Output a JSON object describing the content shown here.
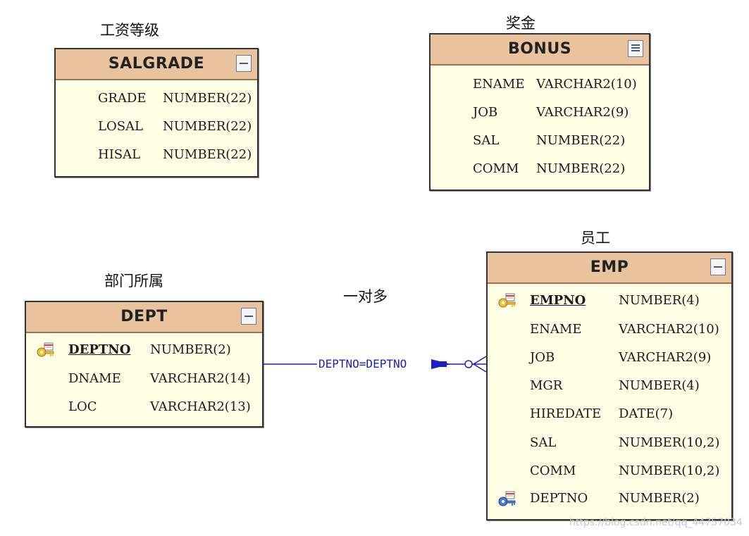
{
  "captions": {
    "salgrade": "工资等级",
    "bonus": "奖金",
    "dept": "部门所属",
    "emp": "员工",
    "relationship": "一对多"
  },
  "tables": {
    "salgrade": {
      "name": "SALGRADE",
      "columns": [
        {
          "name": "GRADE",
          "type": "NUMBER(22)"
        },
        {
          "name": "LOSAL",
          "type": "NUMBER(22)"
        },
        {
          "name": "HISAL",
          "type": "NUMBER(22)"
        }
      ]
    },
    "bonus": {
      "name": "BONUS",
      "columns": [
        {
          "name": "ENAME",
          "type": "VARCHAR2(10)"
        },
        {
          "name": "JOB",
          "type": "VARCHAR2(9)"
        },
        {
          "name": "SAL",
          "type": "NUMBER(22)"
        },
        {
          "name": "COMM",
          "type": "NUMBER(22)"
        }
      ]
    },
    "dept": {
      "name": "DEPT",
      "columns": [
        {
          "name": "DEPTNO",
          "type": "NUMBER(2)",
          "key": "primary"
        },
        {
          "name": "DNAME",
          "type": "VARCHAR2(14)"
        },
        {
          "name": "LOC",
          "type": "VARCHAR2(13)"
        }
      ]
    },
    "emp": {
      "name": "EMP",
      "columns": [
        {
          "name": "EMPNO",
          "type": "NUMBER(4)",
          "key": "primary"
        },
        {
          "name": "ENAME",
          "type": "VARCHAR2(10)"
        },
        {
          "name": "JOB",
          "type": "VARCHAR2(9)"
        },
        {
          "name": "MGR",
          "type": "NUMBER(4)"
        },
        {
          "name": "HIREDATE",
          "type": "DATE(7)"
        },
        {
          "name": "SAL",
          "type": "NUMBER(10,2)"
        },
        {
          "name": "COMM",
          "type": "NUMBER(10,2)"
        },
        {
          "name": "DEPTNO",
          "type": "NUMBER(2)",
          "key": "foreign"
        }
      ]
    }
  },
  "relationship": {
    "label": "DEPTNO=DEPTNO",
    "color": "#2020c0"
  },
  "watermark": "https://blog.csdn.net/qq_44757034"
}
